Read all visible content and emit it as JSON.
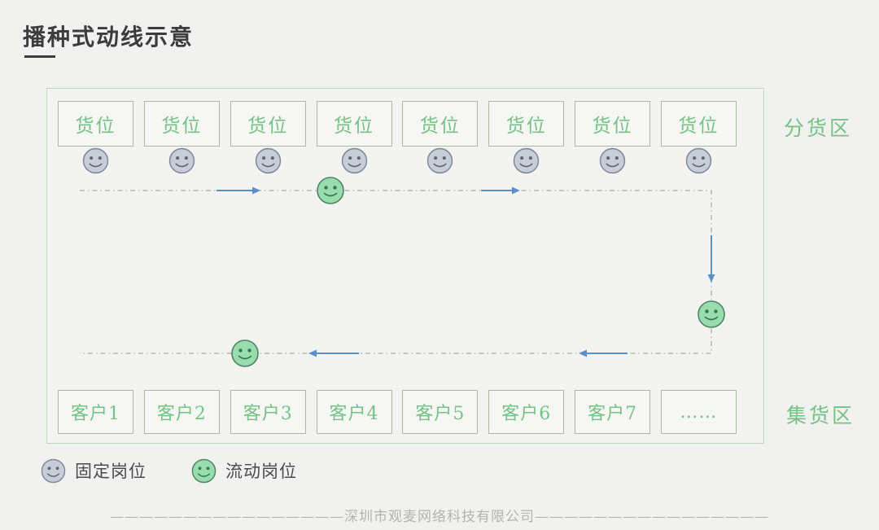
{
  "title": {
    "text": "播种式动线示意"
  },
  "diagram": {
    "zone_top_label": "分货区",
    "zone_bottom_label": "集货区",
    "slots": [
      "货位",
      "货位",
      "货位",
      "货位",
      "货位",
      "货位",
      "货位",
      "货位"
    ],
    "customers": [
      "客户1",
      "客户2",
      "客户3",
      "客户4",
      "客户5",
      "客户6",
      "客户7",
      "……"
    ]
  },
  "legend": {
    "fixed_label": "固定岗位",
    "mobile_label": "流动岗位"
  },
  "footer": {
    "left_dashes": "————————————————",
    "company": "深圳市观麦网络科技有限公司",
    "right_dashes": "————————————————"
  },
  "colors": {
    "background": "#f1f1ef",
    "green_text": "#74c384",
    "box_border": "#a9bb9f",
    "outer_border": "#c3d8bb",
    "flow_line": "#a3b3a4",
    "arrow_blue": "#5b8fc9",
    "fixed_face_fill": "#c9cdd7",
    "fixed_face_stroke": "#7f8a9e",
    "mobile_face_fill": "#99dcad",
    "mobile_face_stroke": "#4d8565",
    "title_text": "#3c3c3c",
    "footer_text": "#b3b3b1"
  }
}
